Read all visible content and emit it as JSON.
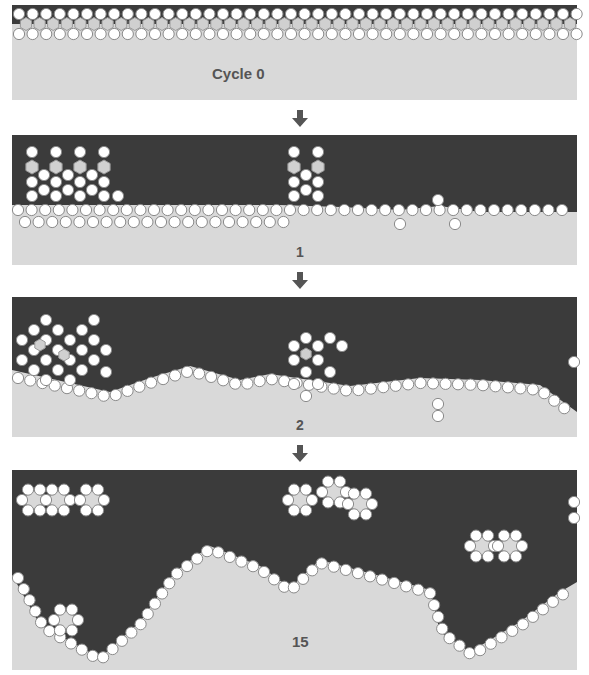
{
  "diagram": {
    "labels": [
      "Cycle 0",
      "1",
      "2",
      "15"
    ]
  }
}
